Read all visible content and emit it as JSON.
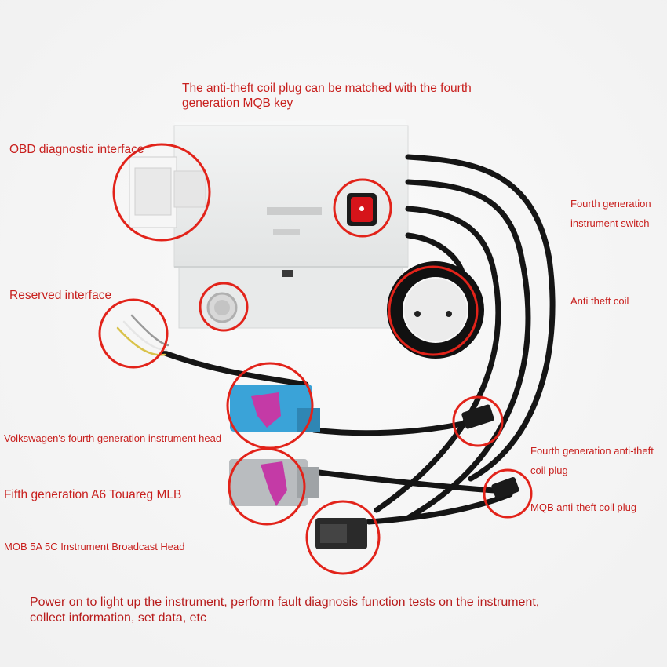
{
  "labels": {
    "top_line1": "The anti-theft coil plug can be matched with the fourth",
    "top_line2": "generation MQB key",
    "obd": "OBD diagnostic interface",
    "reserved": "Reserved interface",
    "switch_line1": "Fourth generation",
    "switch_line2": "instrument switch",
    "coil": "Anti theft coil",
    "vw_head": "Volkswagen's fourth generation instrument head",
    "fourth_plug_line1": "Fourth generation anti-theft",
    "fourth_plug_line2": "coil plug",
    "a6_mlb": "Fifth generation A6 Touareg MLB",
    "mqb_plug": "MQB anti-theft coil plug",
    "mob_head": "MOB 5A 5C Instrument Broadcast Head",
    "power_line1": "Power on to light up the instrument, perform fault diagnosis function tests on the instrument,",
    "power_line2": "collect information, set data, etc"
  },
  "colors": {
    "label": "#c8201e",
    "circle": "#e2231a",
    "cable": "#151515",
    "box": "#eef0f0",
    "blue_connector": "#3aa3d8",
    "grey_connector": "#b9bcbf",
    "magenta_latch": "#c43aa6"
  }
}
